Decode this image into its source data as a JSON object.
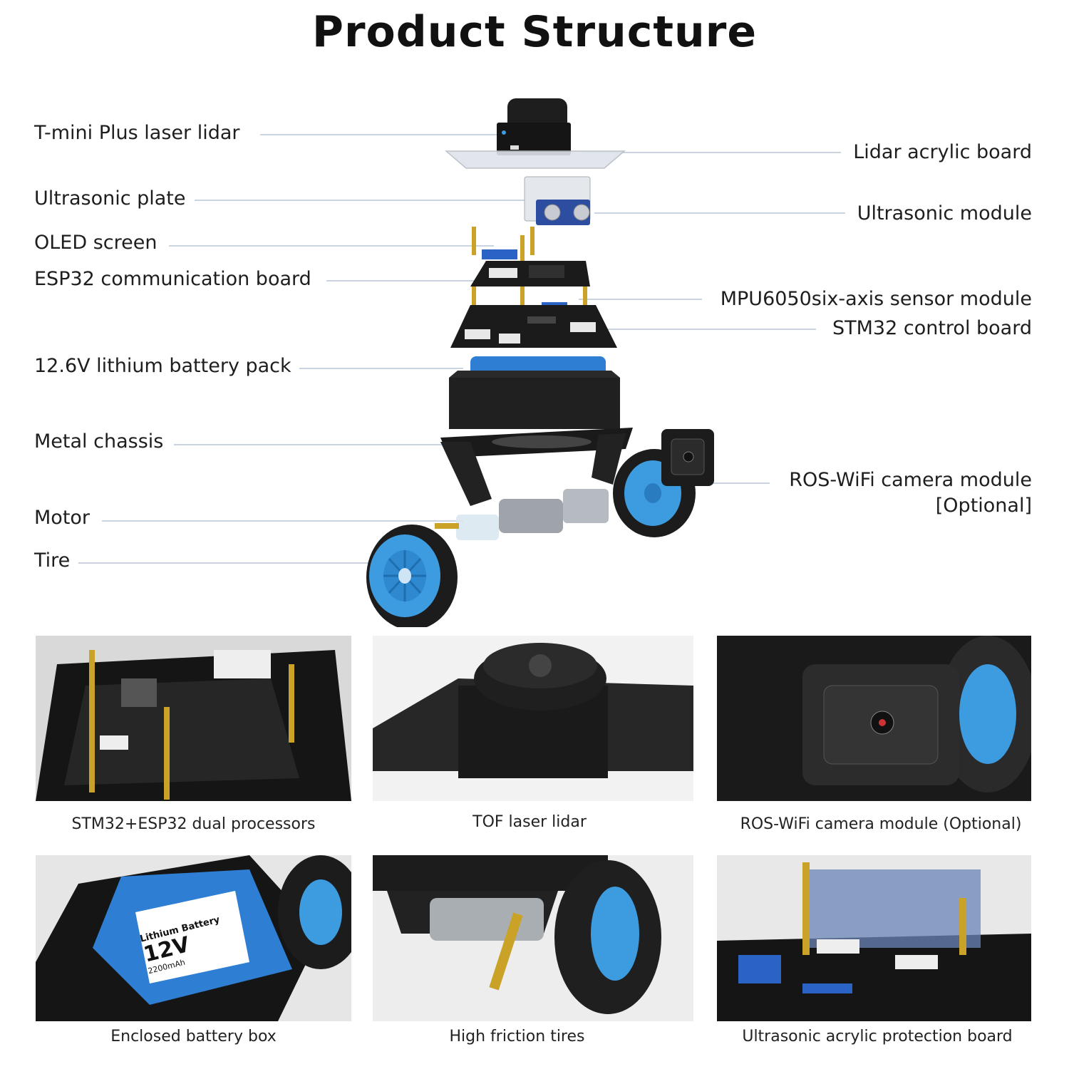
{
  "title": "Product Structure",
  "callouts_left": {
    "lidar": "T-mini Plus laser lidar",
    "ultrasonic_plate": "Ultrasonic plate",
    "oled": "OLED screen",
    "esp32": "ESP32 communication board",
    "battery": "12.6V lithium battery pack",
    "chassis": "Metal chassis",
    "motor": "Motor",
    "tire": "Tire"
  },
  "callouts_right": {
    "lidar_board": "Lidar acrylic board",
    "ultrasonic_module": "Ultrasonic module",
    "mpu6050": "MPU6050six-axis sensor module",
    "stm32": "STM32 control board",
    "camera": "ROS-WiFi camera module",
    "camera_optional": "[Optional]"
  },
  "captions": {
    "photo1": "STM32+ESP32 dual processors",
    "photo2": "TOF laser lidar",
    "photo3": "ROS-WiFi camera module (Optional)",
    "photo4": "Enclosed battery box",
    "photo5": "High friction tires",
    "photo6": "Ultrasonic acrylic protection board"
  },
  "battery_label": {
    "brand": "Lithium Battery",
    "voltage": "12V",
    "capacity": "2200mAh"
  },
  "colors": {
    "leader_line": "#b8c6d6",
    "tire_blue": "#3d9be0",
    "board_black": "#1b1b1b",
    "battery_blue": "#2e7fd4",
    "brass": "#c9a227"
  }
}
